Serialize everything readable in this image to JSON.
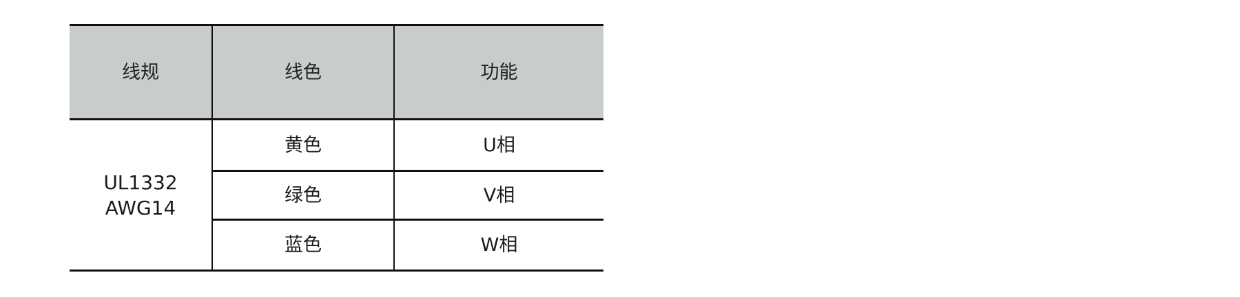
{
  "colors": {
    "header_bg": "#C9CCCD",
    "border": "#111111",
    "text": "#1a1a1a"
  },
  "table": {
    "headers": [
      "线规",
      "线色",
      "功能"
    ],
    "spec": {
      "line1": "UL1332",
      "line2": "AWG14"
    },
    "rows": [
      {
        "color": "黄色",
        "function": "U相"
      },
      {
        "color": "绿色",
        "function": "V相"
      },
      {
        "color": "蓝色",
        "function": "W相"
      }
    ]
  }
}
